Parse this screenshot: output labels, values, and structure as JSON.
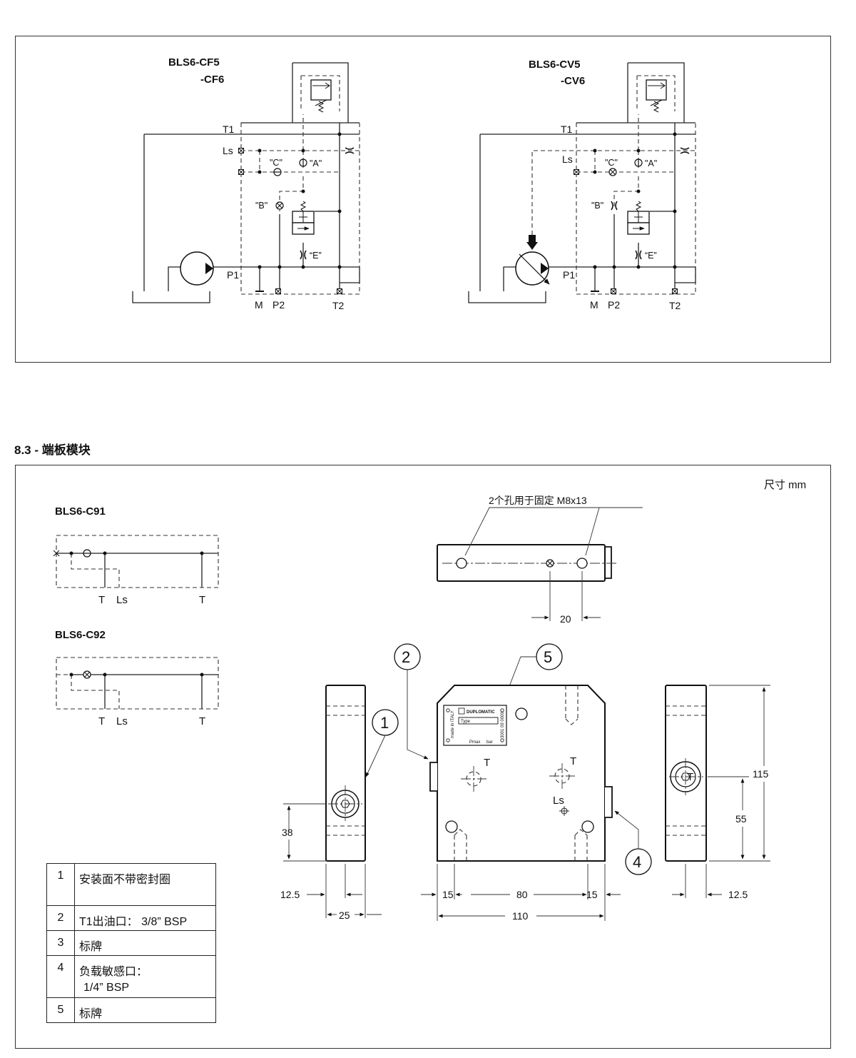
{
  "top_panel": {
    "left_diagram": {
      "title_line1": "BLS6-CF5",
      "title_line2": "-CF6",
      "ports": {
        "T1": "T1",
        "Ls": "Ls",
        "P1": "P1",
        "M": "M",
        "P2": "P2",
        "T2": "T2"
      },
      "callouts": {
        "A": "\"A\"",
        "B": "\"B\"",
        "C": "\"C\"",
        "E": "“E”"
      }
    },
    "right_diagram": {
      "title_line1": "BLS6-CV5",
      "title_line2": "-CV6",
      "ports": {
        "T1": "T1",
        "Ls": "Ls",
        "P1": "P1",
        "M": "M",
        "P2": "P2",
        "T2": "T2"
      },
      "callouts": {
        "A": "\"A\"",
        "B": "\"B\"",
        "C": "\"C\"",
        "E": "“E”"
      }
    }
  },
  "section": {
    "number_title": "8.3 - 端板模块"
  },
  "bottom_panel": {
    "units_note": "尺寸  mm",
    "c91": {
      "title": "BLS6-C91",
      "labels": [
        "T",
        "Ls",
        "T"
      ]
    },
    "c92": {
      "title": "BLS6-C92",
      "labels": [
        "T",
        "Ls",
        "T"
      ]
    },
    "top_view": {
      "hole_note": "2个孔用于固定 M8x13",
      "dim_20": "20"
    },
    "front_view": {
      "port_labels": {
        "T_left": "T",
        "T_right": "T",
        "Ls": "Ls"
      },
      "nameplate": {
        "brand": "DUPLOMATIC",
        "type": "Type",
        "pmax": "Pmax",
        "bar": "bar",
        "made_in": "made in ITALY",
        "code": "3001 09 0000"
      },
      "dims": {
        "d15_left": "15",
        "d80": "80",
        "d15_right": "15",
        "d110": "110"
      }
    },
    "left_side_view": {
      "dims": {
        "d38": "38",
        "d12_5": "12.5",
        "d25": "25"
      }
    },
    "right_side_view": {
      "port": "T",
      "dims": {
        "d115": "115",
        "d55": "55",
        "d12_5": "12.5"
      }
    },
    "balloons": [
      "1",
      "2",
      "4",
      "5"
    ],
    "parts_table": [
      {
        "no": "1",
        "desc": "安装面不带密封圈"
      },
      {
        "no": "2",
        "desc": "T1出油口：  3/8” BSP"
      },
      {
        "no": "3",
        "desc": "标牌"
      },
      {
        "no": "4",
        "desc_line1": "负载敏感口：",
        "desc_line2": "1/4” BSP"
      },
      {
        "no": "5",
        "desc": "标牌"
      }
    ]
  }
}
